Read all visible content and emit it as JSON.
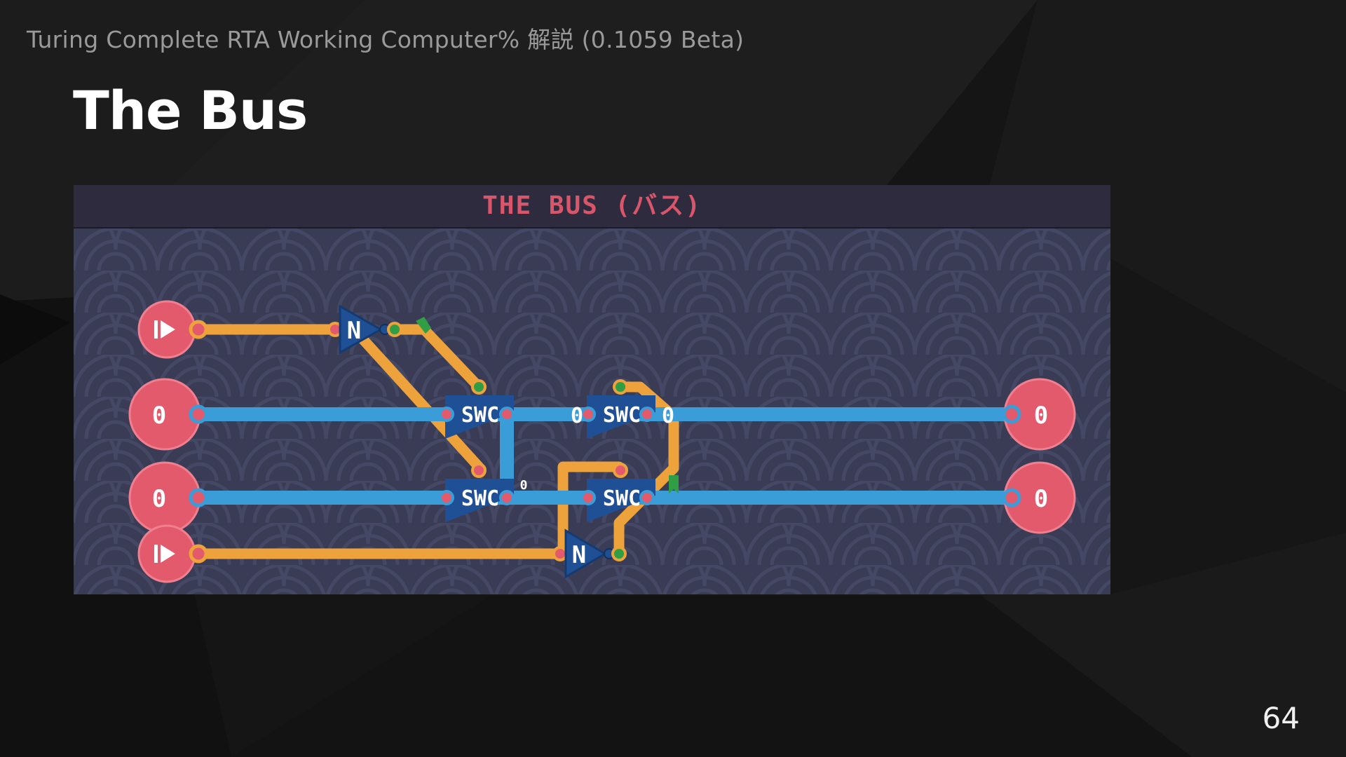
{
  "deck": {
    "title": "Turing Complete RTA Working Computer% 解説 (0.1059 Beta)",
    "page_number": "64"
  },
  "slide": {
    "title": "The Bus"
  },
  "level": {
    "name": "THE BUS (バス)"
  },
  "circuit": {
    "colors": {
      "bus_wire": "#3b9dd8",
      "control_wire": "#eda23b",
      "pin": "#e35a6c",
      "chip": "#1f4f94",
      "panel": "#3a3c55"
    },
    "inputs": {
      "enable_top_icon": "play-icon",
      "data_top_value": "0",
      "data_bottom_value": "0",
      "enable_bottom_icon": "play-icon"
    },
    "outputs": {
      "data_top_value": "0",
      "data_bottom_value": "0"
    },
    "gates": {
      "not_top_label": "N",
      "not_bottom_label": "N",
      "switch_1_label": "SWC",
      "switch_2_label": "SWC",
      "switch_3_label": "SWC",
      "switch_4_label": "SWC"
    },
    "wire_labels": {
      "mid_top_left": "0",
      "mid_top_right": "0",
      "mid_small": "0"
    }
  }
}
